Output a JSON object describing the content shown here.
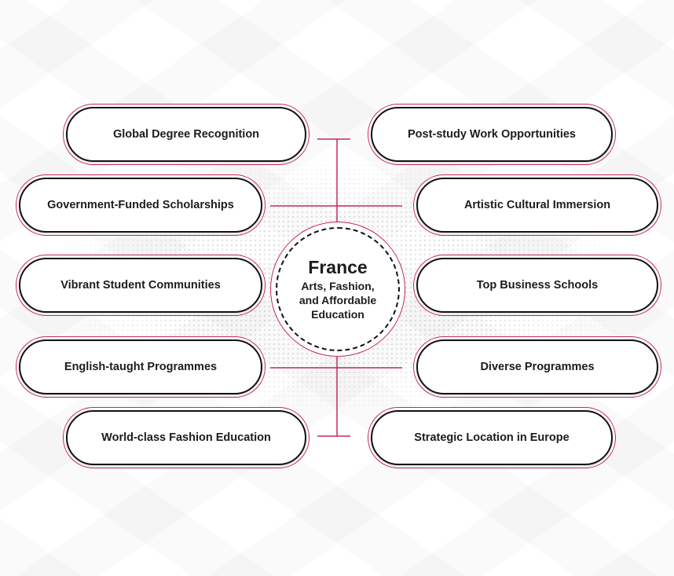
{
  "center": {
    "title": "France",
    "subtitle": "Arts, Fashion,\nand Affordable\nEducation"
  },
  "left_items": [
    {
      "label": "Global Degree Recognition"
    },
    {
      "label": "Government-Funded Scholarships"
    },
    {
      "label": "Vibrant Student Communities"
    },
    {
      "label": "English-taught Programmes"
    },
    {
      "label": "World-class Fashion Education"
    }
  ],
  "right_items": [
    {
      "label": "Post-study Work Opportunities"
    },
    {
      "label": "Artistic Cultural Immersion"
    },
    {
      "label": "Top Business Schools"
    },
    {
      "label": "Diverse Programmes"
    },
    {
      "label": "Strategic Location in Europe"
    }
  ],
  "colors": {
    "accent": "#c4285f",
    "outline": "#111111",
    "text": "#1c1c1c"
  }
}
